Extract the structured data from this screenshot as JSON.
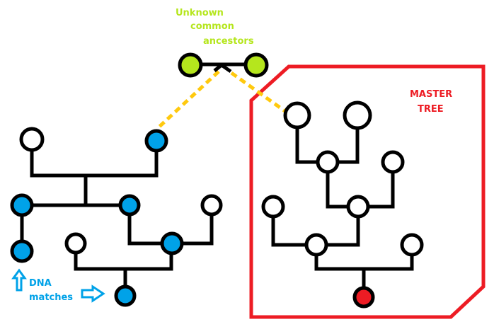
{
  "labels": {
    "ancestors_line1": "Unknown",
    "ancestors_line2": "common",
    "ancestors_line3": "ancestors",
    "master_line1": "MASTER",
    "master_line2": "TREE",
    "dna_line1": "DNA",
    "dna_line2": "matches"
  },
  "colors": {
    "dna_match": "#00a2e8",
    "ancestor": "#b5e61d",
    "ancestor_text": "#b5e61d",
    "master_frame": "#ed1c24",
    "target_person": "#ed1c24",
    "unknown_link": "#ffc90e",
    "unmatched": "#ffffff",
    "line": "#000000"
  },
  "legend": {
    "dna_arrow_up": "arrow-up-icon",
    "dna_arrow_right": "arrow-right-icon"
  }
}
